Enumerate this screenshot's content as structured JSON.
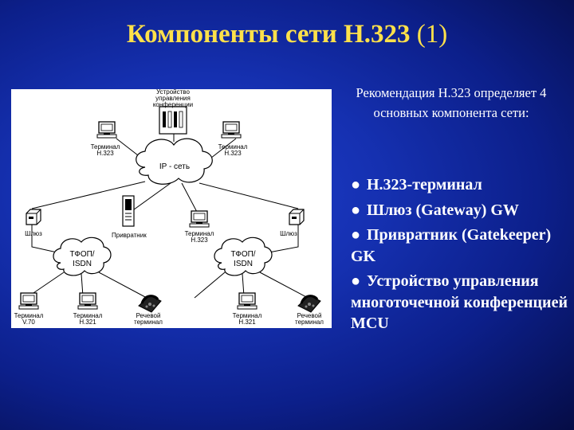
{
  "slide": {
    "title_main": "Компоненты сети Н.323",
    "title_suffix": "(1)",
    "intro": "Рекомендация Н.323 определяет 4 основных компонента сети:",
    "bullet_glyph": "●",
    "items": [
      "Н.323-терминал",
      "Шлюз (Gateway) GW",
      "Привратник (Gatekeeper) GK",
      "Устройство управления многоточечной конференцией MCU"
    ],
    "colors": {
      "title": "#ffe14a",
      "text": "#ffffff",
      "background": "#1530b0"
    }
  },
  "diagram": {
    "mcu_label": [
      "Устройство",
      "управления",
      "конференции"
    ],
    "ip_cloud": "IP - сеть",
    "pstn_cloud": [
      "ТФОП/",
      "ISDN"
    ],
    "terminal_left": [
      "Терминал",
      "Н.323"
    ],
    "terminal_right": [
      "Терминал",
      "Н.323"
    ],
    "gateway_left": "Шлюз",
    "gateway_right": "Шлюз",
    "gatekeeper": "Привратник",
    "terminal_mid": [
      "Терминал",
      "Н.323"
    ],
    "terminal_v70": [
      "Терминал",
      "V.70"
    ],
    "terminal_h321_left": [
      "Терминал",
      "Н.321"
    ],
    "speech_left": [
      "Речевой",
      "терминал"
    ],
    "terminal_h321_right": [
      "Терминал",
      "Н.321"
    ],
    "speech_right": [
      "Речевой",
      "терминал"
    ]
  }
}
